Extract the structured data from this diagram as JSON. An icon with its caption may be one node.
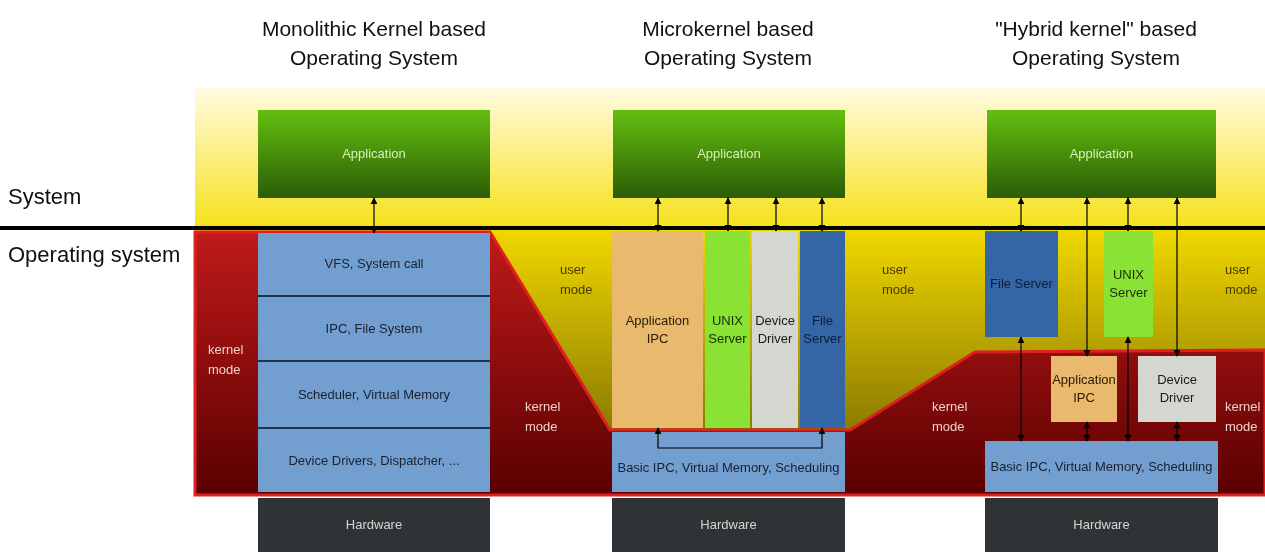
{
  "diagram": {
    "nodes": [
      {
        "text": [
          "Application"
        ]
      },
      {
        "text": [
          "VFS, System call"
        ]
      },
      {
        "text": [
          "IPC, File System"
        ]
      },
      {
        "text": [
          "Scheduler, Virtual Memory"
        ]
      },
      {
        "text": [
          "Device Drivers, Dispatcher, ..."
        ]
      },
      {
        "text": [
          "Hardware"
        ]
      },
      {
        "text": [
          "Application"
        ]
      },
      {
        "text": [
          "Application IPC"
        ]
      },
      {
        "text": [
          "UNIX Server"
        ]
      },
      {
        "text": [
          "Device Driver"
        ]
      },
      {
        "text": [
          "File Server"
        ]
      },
      {
        "text": [
          "Basic IPC, Virtual Memory, Scheduling"
        ]
      },
      {
        "text": [
          "Hardware"
        ]
      },
      {
        "text": [
          "Application"
        ]
      },
      {
        "text": [
          "File Server"
        ]
      },
      {
        "text": [
          "UNIX Server"
        ]
      },
      {
        "text": [
          "Application IPC"
        ]
      },
      {
        "text": [
          "Device Driver"
        ]
      },
      {
        "text": [
          "Basic IPC, Virtual Memory, Scheduling"
        ]
      },
      {
        "text": [
          "Hardware"
        ]
      }
    ],
    "edges": [
      {
        "from": 0,
        "to": 1,
        "arrow": "both"
      },
      {
        "from": 6,
        "to": 7,
        "arrow": "both"
      },
      {
        "from": 6,
        "to": 8,
        "arrow": "both"
      },
      {
        "from": 6,
        "to": 9,
        "arrow": "both"
      },
      {
        "from": 6,
        "to": 10,
        "arrow": "both"
      },
      {
        "from": 11,
        "to": 7,
        "arrow": "to"
      },
      {
        "from": 11,
        "to": 10,
        "arrow": "to"
      },
      {
        "from": 13,
        "to": 14,
        "arrow": "both"
      },
      {
        "from": 14,
        "to": 18,
        "arrow": "both"
      },
      {
        "from": 13,
        "to": 16,
        "arrow": "both"
      },
      {
        "from": 16,
        "to": 18,
        "arrow": "both"
      },
      {
        "from": 13,
        "to": 15,
        "arrow": "both"
      },
      {
        "from": 15,
        "to": 18,
        "arrow": "both"
      },
      {
        "from": 13,
        "to": 17,
        "arrow": "both"
      },
      {
        "from": 17,
        "to": 18,
        "arrow": "both"
      }
    ],
    "labels": [
      "Monolithic Kernel based Operating System",
      "Microkernel based Operating System",
      "\"Hybrid kernel\" based Operating System",
      "System",
      "Operating system",
      "user mode",
      "user mode",
      "user mode",
      "kernel mode",
      "kernel mode",
      "kernel mode",
      "kernel mode"
    ]
  }
}
